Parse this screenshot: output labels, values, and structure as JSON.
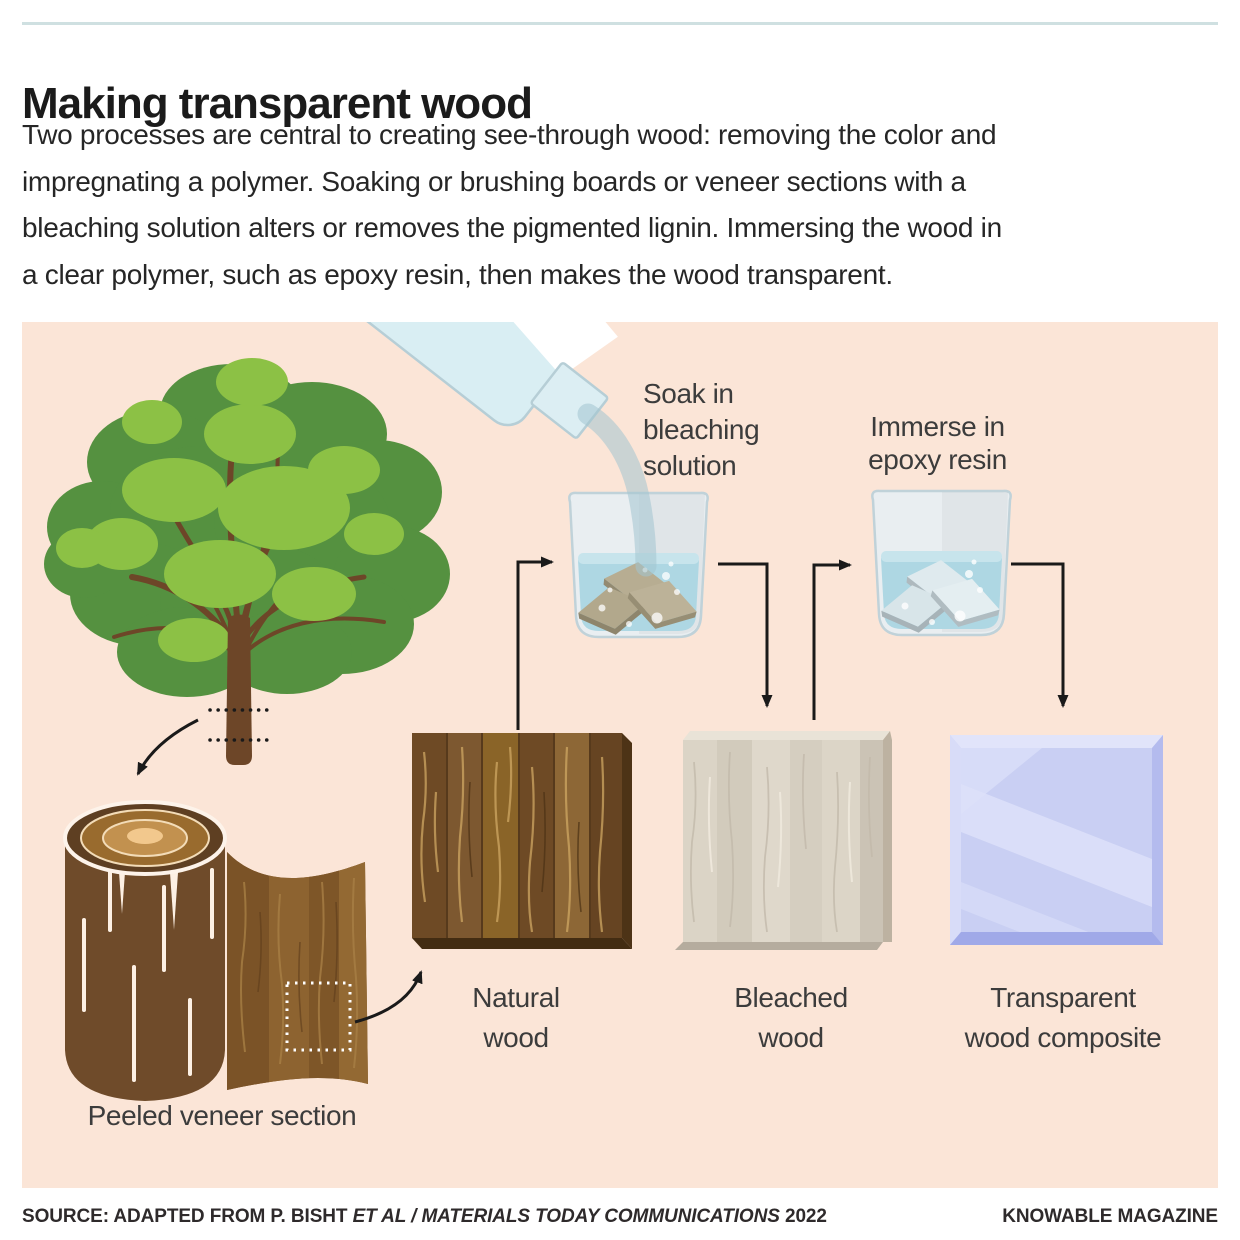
{
  "header": {
    "title": "Making transparent wood",
    "intro_lines": [
      "Two processes are central to creating see-through wood: removing the color and",
      "impregnating a polymer. Soaking or brushing boards or veneer sections with a",
      "bleaching solution alters or removes the pigmented lignin. Immersing the wood in",
      "a clear polymer, such as epoxy resin, then makes the wood transparent."
    ]
  },
  "diagram": {
    "soak_label": [
      "Soak in",
      "bleaching",
      "solution"
    ],
    "immerse_label": [
      "Immerse in",
      "epoxy resin"
    ],
    "stage_labels": {
      "natural": [
        "Natural",
        "wood"
      ],
      "bleached": [
        "Bleached",
        "wood"
      ],
      "transparent": [
        "Transparent",
        "wood composite"
      ]
    },
    "peeled_label": "Peeled veneer section",
    "icons": [
      "tree-icon",
      "log-icon",
      "veneer-sheet-icon",
      "bottle-icon",
      "beaker-bleach-icon",
      "beaker-epoxy-icon",
      "natural-wood-swatch",
      "bleached-wood-swatch",
      "transparent-wood-swatch"
    ]
  },
  "footer": {
    "source_prefix": "SOURCE: ADAPTED FROM P. BISHT ",
    "source_italic": "ET AL / MATERIALS TODAY COMMUNICATIONS",
    "source_suffix": " 2022",
    "brand": "KNOWABLE MAGAZINE"
  },
  "colors": {
    "panel_bg": "#fbe5d7",
    "accent_line": "#cfe0e1",
    "text_dark": "#262626",
    "label_gray": "#3c3c3c",
    "foliage_dark": "#559140",
    "foliage_light": "#8cc145",
    "branch_brown": "#6d4628",
    "log_brown": "#6f4b2a",
    "natural_wood": "#7d5830",
    "bleached_wood": "#d9d2c4",
    "transparent_composite": "#c9cff3",
    "beaker_liquid": "#aed7e3",
    "glass": "#e9eef1",
    "arrow_black": "#1a1a1a"
  }
}
